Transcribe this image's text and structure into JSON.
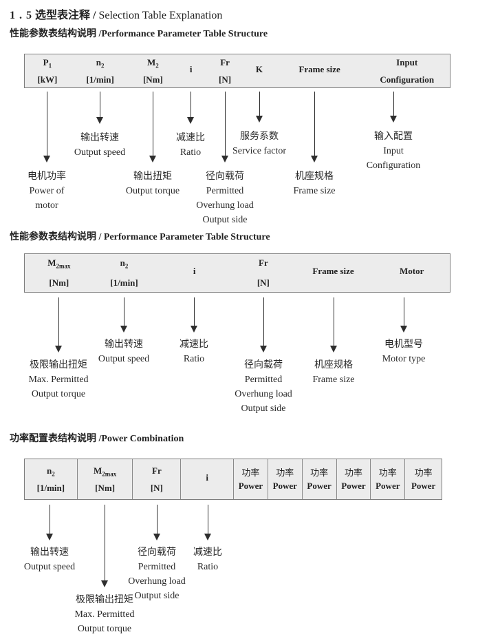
{
  "title": {
    "num": "1 . 5",
    "zh": "选型表注释 /",
    "en": " Selection Table Explanation"
  },
  "headings": {
    "s1": "性能参数表结构说明 /Performance Parameter Table Structure",
    "s2": "性能参数表结构说明 / Performance Parameter Table Structure",
    "s3": "功率配置表结构说明 /Power Combination"
  },
  "t1": {
    "cols": [
      {
        "b": "P",
        "s": "1",
        "u": "[kW]"
      },
      {
        "b": "n",
        "s": "2",
        "u": "[1/min]"
      },
      {
        "b": "M",
        "s": "2",
        "u": "[Nm]"
      },
      {
        "b": "i",
        "s": "",
        "u": ""
      },
      {
        "b": "Fr",
        "s": "",
        "u": "[N]"
      },
      {
        "b": "K",
        "s": "",
        "u": ""
      },
      {
        "b": "Frame size",
        "s": "",
        "u": ""
      },
      {
        "b": "Input",
        "s": "",
        "u": "Configuration"
      }
    ]
  },
  "t2": {
    "cols": [
      {
        "b": "M",
        "s": "2max",
        "u": "[Nm]"
      },
      {
        "b": "n",
        "s": "2",
        "u": "[1/min]"
      },
      {
        "b": "i",
        "s": "",
        "u": ""
      },
      {
        "b": "Fr",
        "s": "",
        "u": "[N]"
      },
      {
        "b": "Frame size",
        "s": "",
        "u": ""
      },
      {
        "b": "Motor",
        "s": "",
        "u": ""
      }
    ]
  },
  "t3": {
    "cols": [
      {
        "b": "n",
        "s": "2",
        "u": "[1/min]"
      },
      {
        "b": "M",
        "s": "2max",
        "u": "[Nm]"
      },
      {
        "b": "Fr",
        "s": "",
        "u": "[N]"
      },
      {
        "b": "i",
        "s": "",
        "u": ""
      }
    ],
    "power": {
      "zh": "功率",
      "en": "Power"
    }
  },
  "n1": [
    {
      "lines": [
        "电机功率",
        "Power of",
        "motor",
        ""
      ]
    },
    {
      "lines": [
        "输出转速",
        "Output speed",
        "",
        ""
      ]
    },
    {
      "lines": [
        "输出扭矩",
        "Output torque",
        "",
        ""
      ]
    },
    {
      "lines": [
        "减速比",
        "Ratio",
        "",
        ""
      ]
    },
    {
      "lines": [
        "径向载荷",
        "Permitted",
        "Overhung load",
        "Output side"
      ]
    },
    {
      "lines": [
        "服务系数",
        "Service factor",
        "",
        ""
      ]
    },
    {
      "lines": [
        "机座规格",
        "Frame size",
        "",
        ""
      ]
    },
    {
      "lines": [
        "输入配置",
        "Input",
        "Configuration",
        ""
      ]
    }
  ],
  "n2": [
    {
      "lines": [
        "极限输出扭矩",
        "Max. Permitted",
        "Output  torque",
        ""
      ]
    },
    {
      "lines": [
        "输出转速",
        "Output speed",
        "",
        ""
      ]
    },
    {
      "lines": [
        "减速比",
        "Ratio",
        "",
        ""
      ]
    },
    {
      "lines": [
        "径向载荷",
        "Permitted",
        "Overhung load",
        "Output side"
      ]
    },
    {
      "lines": [
        "机座规格",
        "Frame size",
        "",
        ""
      ]
    },
    {
      "lines": [
        "电机型号",
        "Motor type",
        "",
        ""
      ]
    }
  ],
  "n3": [
    {
      "lines": [
        "输出转速",
        "Output speed",
        "",
        ""
      ]
    },
    {
      "lines": [
        "极限输出扭矩",
        "Max. Permitted",
        "Output  torque",
        ""
      ]
    },
    {
      "lines": [
        "径向载荷",
        "Permitted",
        "Overhung load",
        "Output side"
      ]
    },
    {
      "lines": [
        "减速比",
        "Ratio",
        "",
        ""
      ]
    }
  ],
  "colors": {
    "table_bg": "#ececec",
    "table_border": "#7d7d7d",
    "ink": "#222222"
  }
}
